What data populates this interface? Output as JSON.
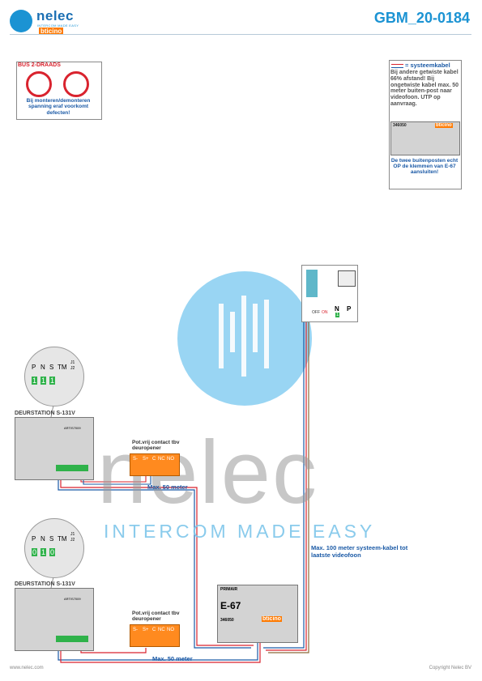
{
  "header": {
    "brand": "nelec",
    "brand_tagline": "INTERCOM MADE EASY",
    "partner": "bticino",
    "doc_code": "GBM_20-0184"
  },
  "warning": {
    "title": "BUS 2-DRAADS",
    "text": "Bij monteren/demonteren spanning eraf voorkomt defecten!"
  },
  "info": {
    "legend": "= systeemkabel",
    "text": "Bij andere getwiste kabel 66% afstand! Bij ongetwiste kabel max. 50 meter buiten-post naar videofoon. UTP op aanvraag.",
    "module_code": "346050",
    "note": "De twee buitenposten echt OP de klemmen van E-67 aansluiten!"
  },
  "door_stations": [
    {
      "label": "DEURSTATION S-131V",
      "model": "ARTIS7009",
      "keypad_labels": [
        "P",
        "N",
        "S",
        "TM",
        "J1",
        "J2"
      ],
      "keypad_values": [
        "1",
        "1",
        "1"
      ],
      "relay_title": "Pot.vrij contact tbv deuropener",
      "relay_terminals": [
        "S-",
        "S+",
        "C",
        "NC",
        "NO"
      ],
      "cable_note": "Max. 50 meter"
    },
    {
      "label": "DEURSTATION S-131V",
      "model": "ARTIS7009",
      "keypad_labels": [
        "P",
        "N",
        "S",
        "TM",
        "J1",
        "J2"
      ],
      "keypad_values": [
        "0",
        "1",
        "0"
      ],
      "relay_title": "Pot.vrij contact tbv deuropener",
      "relay_terminals": [
        "S-",
        "S+",
        "C",
        "NC",
        "NO"
      ],
      "cable_note": "Max. 50 meter"
    }
  ],
  "monitor": {
    "switch_labels": [
      "OFF",
      "ON"
    ],
    "np_labels": [
      "N",
      "P"
    ],
    "np_value": "1"
  },
  "power_supply": {
    "primary_label": "PRIMAIR",
    "name": "E-67",
    "code": "346050",
    "brand": "bticino"
  },
  "notes": {
    "system_cable": "Max. 100 meter systeem-kabel tot laatste videofoon"
  },
  "watermark": {
    "text": "nelec",
    "tagline": "INTERCOM MADE EASY"
  },
  "footer": {
    "url": "www.nelec.com",
    "copyright": "Copyright Nelec BV"
  },
  "colors": {
    "brand_blue": "#1b93d3",
    "warning_red": "#d9232e",
    "relay_orange": "#ff8a1f",
    "wire_red": "#d9232e",
    "wire_blue": "#1b5aa6"
  }
}
